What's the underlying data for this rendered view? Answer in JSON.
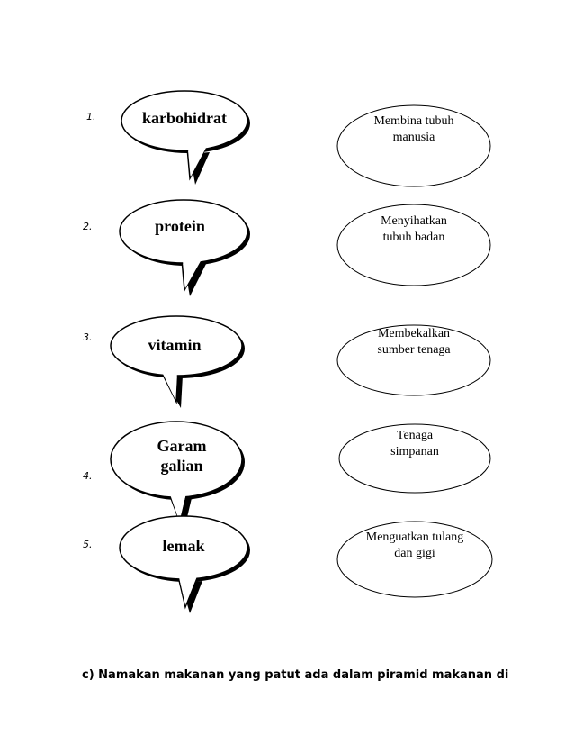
{
  "rows": [
    {
      "number": "1.",
      "bubble_lines": [
        "karbohidrat"
      ],
      "oval_lines": [
        "Membina tubuh",
        "manusia"
      ]
    },
    {
      "number": "2.",
      "bubble_lines": [
        "protein"
      ],
      "oval_lines": [
        "Menyihatkan",
        "tubuh badan"
      ]
    },
    {
      "number": "3.",
      "bubble_lines": [
        "vitamin"
      ],
      "oval_lines": [
        "Membekalkan",
        "sumber tenaga"
      ]
    },
    {
      "number": "4.",
      "bubble_lines": [
        "Garam",
        "galian"
      ],
      "oval_lines": [
        "Tenaga",
        "simpanan"
      ]
    },
    {
      "number": "5.",
      "bubble_lines": [
        "lemak"
      ],
      "oval_lines": [
        "Menguatkan tulang",
        "dan gigi"
      ]
    }
  ],
  "question": "c) Namakan makanan yang patut ada dalam piramid makanan di"
}
